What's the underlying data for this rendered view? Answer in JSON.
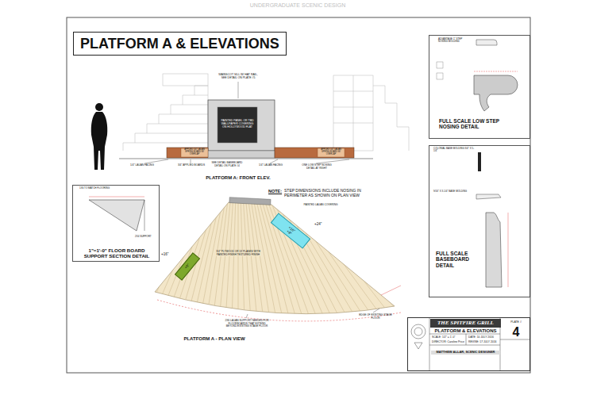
{
  "diagram": {
    "title": "PLATFORM A & ELEVATIONS",
    "nodes": [
      {
        "text": [
          "1\"=1'-0\" FLOOR BOARD SUPPORT SECTION DETAIL"
        ]
      },
      {
        "text": [
          "FULL SCALE LOW STEP NOSING DETAIL"
        ]
      },
      {
        "text": [
          "FULL SCALE BASEBOARD DETAIL"
        ]
      },
      {
        "text": [
          "+16\"",
          "+8\""
        ]
      },
      {
        "text": [
          "+8\""
        ]
      },
      {
        "text": [
          "THE SPITFIRE GRILL",
          "PLATFORM & ELEVATIONS",
          "SCALE: 1/2\" = 1'-0\"",
          "DATE: 10 JULY 2016",
          "PLATE #",
          "4",
          "DIRECTOR: Caroline Price",
          "REVISE: 17 JULY 2016",
          "MATTHEW ALLAR, SCENIC DESIGNER"
        ]
      }
    ],
    "labels": [
      "UNDERGRADUATE SCENIC DESIGN",
      "WAINSCOT SILL W/ HAT RAIL, SEE DETAIL ON PLATE #5",
      "PAINTED PANEL OR TBD WALLPAPER COVERING ON HOLLYWOOD FLAT",
      "APPLIED 1/4\" LAUAN SPRING BOARD W/ OVERLAP",
      "APPLIED 1/4\" LAUAN SPRING BOARD W/ OVERLAP",
      "1/4\" LAUAN FACING",
      "3/4\" APPLIED BOARDS",
      "SEE DETAIL BASEBOARD DETAIL ON PLATE #4",
      "1/4\" LAUAN FACING",
      "ONE LOW STEP NOSING DETAIL AT RIGHT",
      "PLATFORM A: FRONT ELEV.",
      "NOTE:",
      "STEP DIMENSIONS INCLUDE NOSING IN PERIMETER AS SHOWN ON PLAN VIEW",
      "PAINTED LAUAN COVERING",
      "+24\"",
      "+16\"",
      "3/4\" PLYWOOD OR 1X PLANKS WITH PAINTED FINISH TEXTURED FINISH",
      "EDGE OF EXISTING STAGE FLOOR",
      "2X6 LAUAN SUPPORT NEEDED FOR FLOORBOARDS THAT EXTEND BEYOND EXISTING STAGE FLOOR",
      "PLATFORM A - PLAN VIEW",
      "1X6 TO MATCH FLOORING",
      "2X4 SUPPORT",
      "ADVANTAGE 1\" STEP NOSING MOLDING",
      "COLONIAL BASE MOLDING 3/4\" X 5-1/4\"",
      "9/16\" X 3-1/4\" BASE MOLDING"
    ]
  }
}
